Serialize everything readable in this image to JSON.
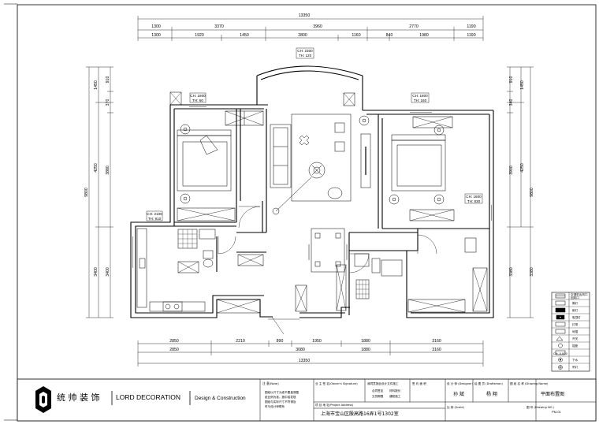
{
  "dimensions": {
    "top_total": "13350",
    "top_row1": [
      "1300",
      "3370",
      "3960",
      "2770",
      "1190"
    ],
    "top_row2": [
      "1300",
      "1920",
      "1450",
      "2800",
      "1160",
      "840",
      "1980",
      "1190"
    ],
    "bottom_row1": [
      "2850",
      "2210",
      "890",
      "1950",
      "1880",
      "3160"
    ],
    "bottom_row2": [
      "2850",
      "3080",
      "1880",
      "3160"
    ],
    "bottom_total": "13350",
    "left_outer": "9800",
    "left_row1": [
      "1450",
      "4250",
      "3400"
    ],
    "left_row2": [
      "910",
      "370",
      "3880",
      "3400"
    ],
    "right_outer": "9800",
    "right_row1": [
      "1450",
      "4250"
    ],
    "right_row2": [
      "910",
      "340",
      "3900",
      "3380"
    ],
    "right_extra": "3380"
  },
  "windows": {
    "w_balcony": [
      "CH: 2300",
      "TH: 120"
    ],
    "w_bed_left": [
      "CH: 1800",
      "TH: 60"
    ],
    "w_bed_right": [
      "CH: 1800",
      "TH: 160"
    ],
    "w_left_small": [
      "CH: 2100",
      "TH: 910"
    ],
    "w_right_small": [
      "CH: 1600",
      "TH: 830"
    ]
  },
  "legend": {
    "items": [
      "空调机出风口",
      "回风口",
      "筒灯",
      "射灯",
      "吸顶灯",
      "灯带",
      "地插",
      "开关",
      "插座",
      "下水",
      "吊灯"
    ],
    "codes": [
      "",
      "",
      "",
      "",
      "",
      "",
      "",
      "",
      "CH: 0.000",
      "",
      ""
    ]
  },
  "title_block": {
    "brand_cn": "统 帅 装 饰",
    "brand_en": "LORD DECORATION",
    "tagline": "Design & Construction",
    "note_label": "注 意(Note)",
    "note_text": [
      "图纸以尺寸为准不要量测图",
      "纸比例为准。施中若发现",
      "图纸与实际尺寸不符请及",
      "时与设计师联系"
    ],
    "owner_label": "业 主 签 名(Owner's Signature)",
    "approve_text": "我同意按此设计文件施工",
    "approve_col": [
      "合同签定",
      "材料报价",
      "交货期限",
      "通知施工"
    ],
    "owner_sign_label": "签 约 面 积",
    "address_label": "项 目 地 址(Project Address)",
    "address": "上海市宝山区殷高路16弄1号1302室",
    "designer_label": "设 计 师 (Designer)",
    "designer": "孙 斌",
    "drafter_label": "绘 图 员 (Draftsman)",
    "drafter": "杨 翔",
    "drawing_name_label": "图 纸 名 称 (Drawing Name)",
    "drawing_name": "平面布置图",
    "scale_label": "比 例 (Scale)",
    "drawing_no_label": "图 号 (Drawing NO.)",
    "drawing_no": "PM-01"
  },
  "colors": {
    "line": "#000000",
    "paper": "#ffffff"
  }
}
